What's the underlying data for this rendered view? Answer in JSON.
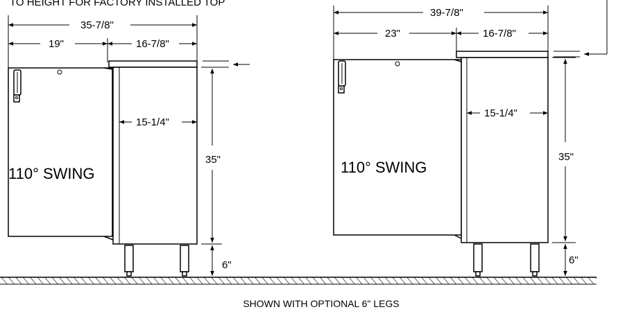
{
  "header_note": "TO HEIGHT FOR FACTORY INSTALLED TOP",
  "caption": "SHOWN WITH OPTIONAL 6\" LEGS",
  "left_unit": {
    "overall_width": "35-7/8\"",
    "door_width": "19\"",
    "cabinet_depth": "16-7/8\"",
    "inner_depth": "15-1/4\"",
    "height": "35\"",
    "leg_height": "6\"",
    "swing_label": "110° SWING"
  },
  "right_unit": {
    "overall_width": "39-7/8\"",
    "door_width": "23\"",
    "cabinet_depth": "16-7/8\"",
    "inner_depth": "15-1/4\"",
    "height": "35\"",
    "leg_height": "6\"",
    "swing_label": "110° SWING"
  }
}
